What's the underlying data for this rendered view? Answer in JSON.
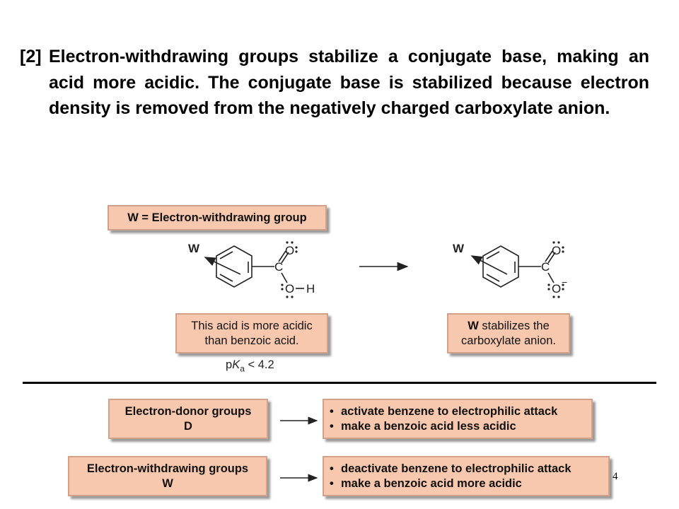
{
  "paragraph": {
    "number": "[2]",
    "text": "Electron-withdrawing groups stabilize a conjugate base, making an acid more acidic. The conjugate base is stabilized because electron density is removed from the negatively charged carboxylate anion."
  },
  "figure": {
    "w_box": "W = Electron-withdrawing group",
    "acid_note": "This acid is more acidic than benzoic acid.",
    "anion_note_bold": "W",
    "anion_note_rest": " stabilizes the carboxylate anion.",
    "pka_p": "p",
    "pka_k": "K",
    "pka_sub": "a",
    "pka_rest": " < 4.2",
    "labels": {
      "w": "W",
      "c": "C",
      "o_top": "O",
      "o_bottom": "O",
      "h": "H",
      "minus": "−"
    }
  },
  "summary": {
    "donor_line1": "Electron-donor groups",
    "donor_line2": "D",
    "donor_effects": [
      "activate benzene to electrophilic attack",
      "make a benzoic acid less acidic"
    ],
    "withdraw_line1": "Electron-withdrawing groups",
    "withdraw_line2": "W",
    "withdraw_effects": [
      "deactivate benzene to electrophilic attack",
      "make a benzoic acid more acidic"
    ]
  },
  "page_number": "4"
}
